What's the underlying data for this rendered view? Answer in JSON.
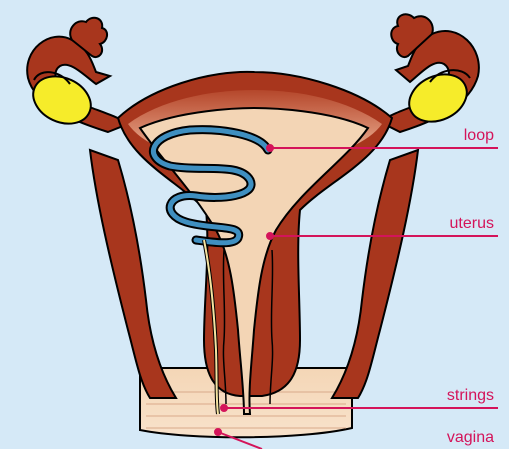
{
  "labels": {
    "loop": "loop",
    "uterus": "uterus",
    "strings": "strings",
    "vagina": "vagina"
  },
  "colors": {
    "background": "#d5e9f7",
    "tissue": "#a8361d",
    "tissue_light": "#e8b89a",
    "cavity": "#f3d5b5",
    "ovary": "#f6ec2a",
    "loop_device": "#3f8fc0",
    "leader_line": "#d4145a"
  }
}
